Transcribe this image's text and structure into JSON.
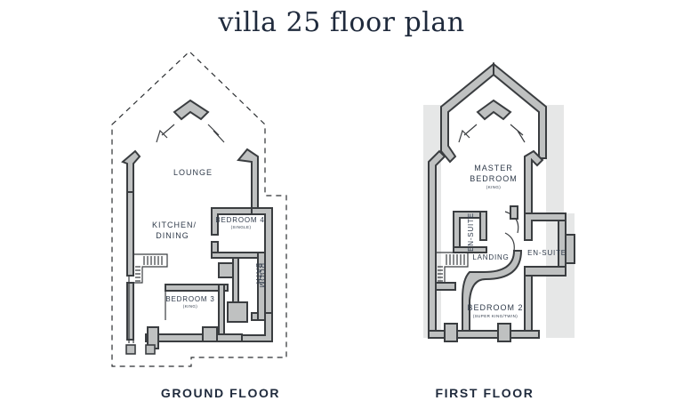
{
  "title": "villa 25 floor plan",
  "ground_floor": {
    "caption": "GROUND FLOOR",
    "rooms": {
      "lounge": "LOUNGE",
      "kitchen_line1": "KITCHEN/",
      "kitchen_line2": "DINING",
      "bedroom4": "BEDROOM 4",
      "bedroom4_sub": "(SINGLE)",
      "bath_line1": "BATH",
      "bath_line2": "ROOM",
      "bedroom3": "BEDROOM 3",
      "bedroom3_sub": "(KING)"
    }
  },
  "first_floor": {
    "caption": "FIRST FLOOR",
    "rooms": {
      "master_line1": "MASTER",
      "master_line2": "BEDROOM",
      "master_sub": "(KING)",
      "ensuite_left": "EN-SUITE",
      "ensuite_right": "EN-SUITE",
      "landing": "LANDING",
      "bedroom2": "BEDROOM 2",
      "bedroom2_sub": "(SUPER KING/TWIN)"
    }
  },
  "colors": {
    "wall_fill": "#bfc1c1",
    "wall_stroke": "#3a3d40",
    "text": "#1f2a3c"
  }
}
